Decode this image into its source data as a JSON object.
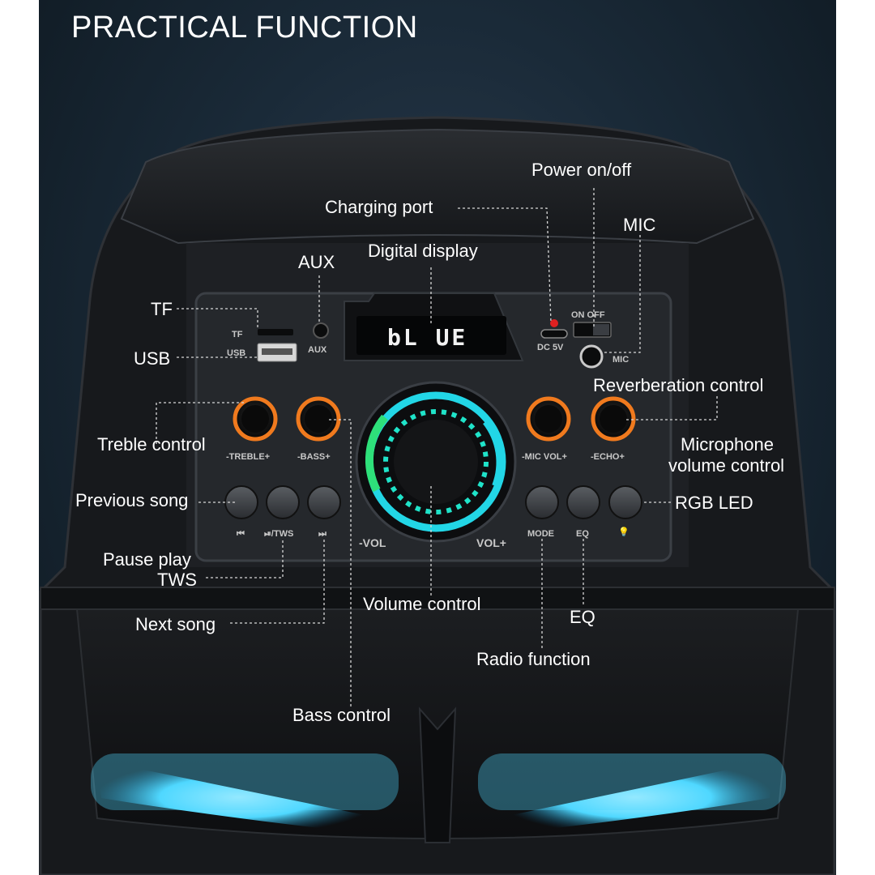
{
  "title": "PRACTICAL FUNCTION",
  "display_text": "bL UE",
  "callouts": {
    "power_on_off": "Power on/off",
    "charging_port": "Charging port",
    "mic": "MIC",
    "aux": "AUX",
    "digital_display": "Digital display",
    "tf": "TF",
    "usb": "USB",
    "reverberation_control": "Reverberation control",
    "treble_control": "Treble control",
    "microphone_volume_control_line1": "Microphone",
    "microphone_volume_control_line2": "volume control",
    "previous_song": "Previous song",
    "rgb_led": "RGB LED",
    "pause_play_line1": "Pause play",
    "pause_play_line2": "TWS",
    "volume_control": "Volume control",
    "eq": "EQ",
    "next_song": "Next song",
    "radio_function": "Radio function",
    "bass_control": "Bass control"
  },
  "panel_labels": {
    "tf": "TF",
    "usb": "USB",
    "aux": "AUX",
    "on_off": "ON OFF",
    "dc5v": "DC 5V",
    "mic": "MIC",
    "treble": "-TREBLE+",
    "bass": "-BASS+",
    "mic_vol": "-MIC VOL+",
    "echo": "-ECHO+",
    "prev_icon": "⏮",
    "play_tws": "⏯/TWS",
    "next_icon": "⏭",
    "vol_minus": "-VOL",
    "vol_plus": "VOL+",
    "mode": "MODE",
    "eq": "EQ",
    "light_icon": "💡"
  },
  "colors": {
    "knob_orange": "#f07a1e",
    "ring_cyan": "#22d6e6",
    "ring_green": "#2ee07a",
    "led_blue": "#4fd8ff",
    "charge_red": "#e02020"
  }
}
